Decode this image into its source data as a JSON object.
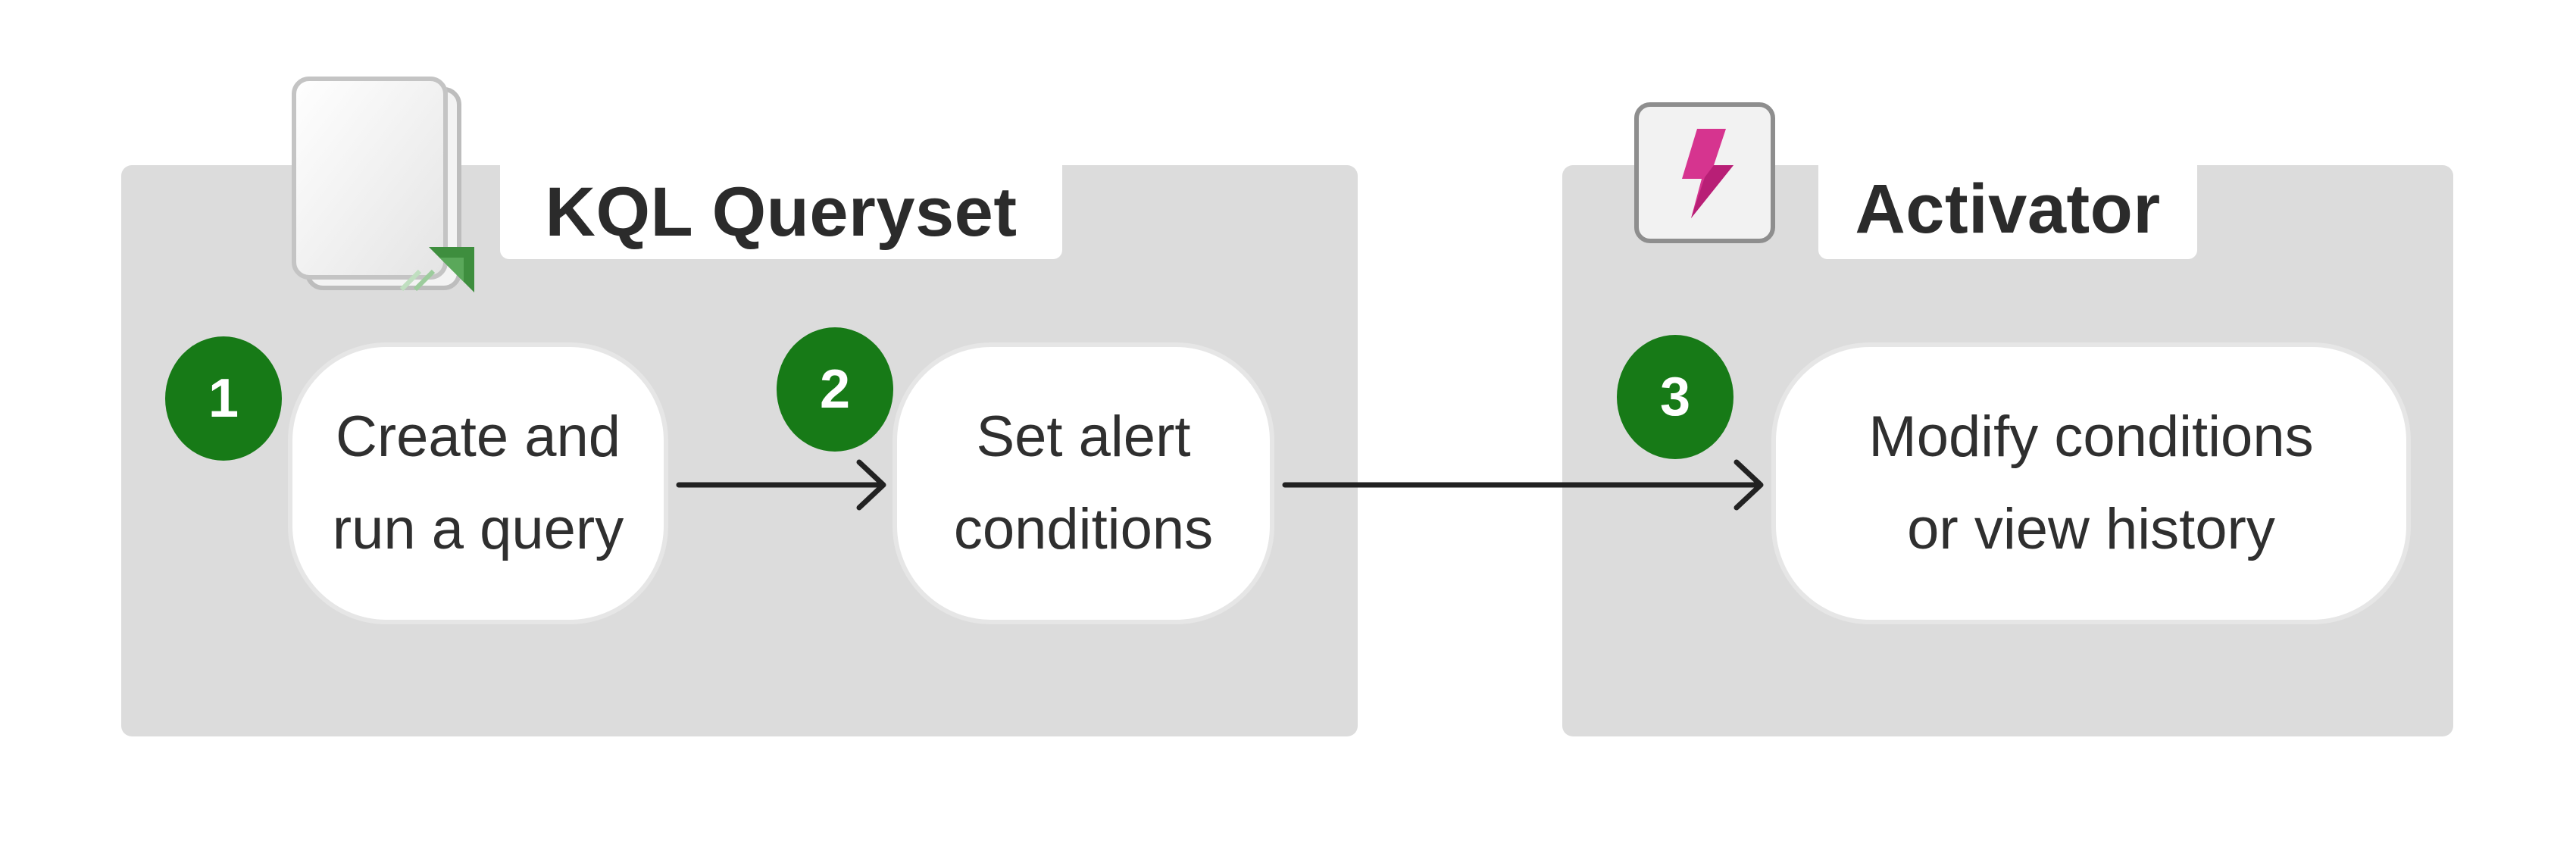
{
  "panels": {
    "kql": {
      "title": "KQL Queryset",
      "icon": "queryset-icon"
    },
    "activator": {
      "title": "Activator",
      "icon": "activator-icon"
    }
  },
  "steps": [
    {
      "number": "1",
      "label": "Create and\nrun a query"
    },
    {
      "number": "2",
      "label": "Set alert\nconditions"
    },
    {
      "number": "3",
      "label": "Modify conditions\nor view history"
    }
  ],
  "colors": {
    "panel": "#dcdcdc",
    "badge": "#177a17",
    "arrow": "#222222",
    "activator_accent": "#d6348f",
    "queryset_accent": "#3e8e3e"
  }
}
